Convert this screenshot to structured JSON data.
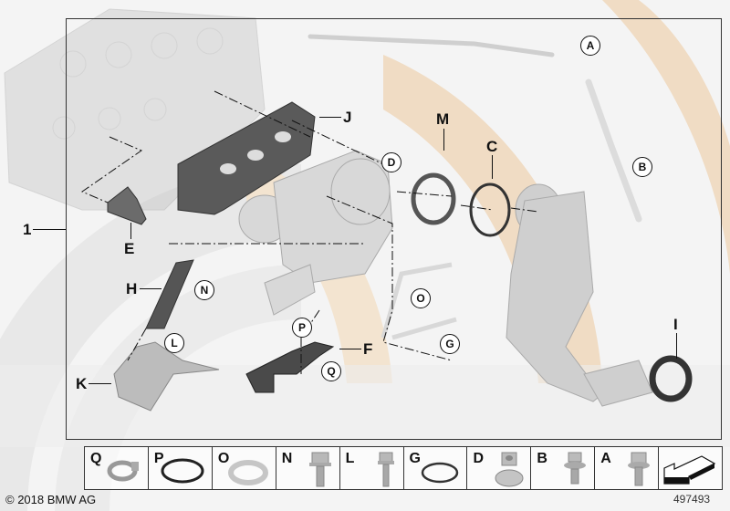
{
  "diagram": {
    "type": "exploded-parts-diagram",
    "subject": "Turbocharger / exhaust manifold installation kit",
    "assembly_number": "1",
    "callouts": [
      {
        "label": "1",
        "style": "plain"
      },
      {
        "label": "J",
        "style": "plain"
      },
      {
        "label": "M",
        "style": "plain"
      },
      {
        "label": "C",
        "style": "plain"
      },
      {
        "label": "E",
        "style": "plain"
      },
      {
        "label": "H",
        "style": "plain"
      },
      {
        "label": "K",
        "style": "plain"
      },
      {
        "label": "F",
        "style": "plain"
      },
      {
        "label": "I",
        "style": "plain"
      },
      {
        "label": "A",
        "style": "circled"
      },
      {
        "label": "B",
        "style": "circled"
      },
      {
        "label": "D",
        "style": "circled"
      },
      {
        "label": "N",
        "style": "circled"
      },
      {
        "label": "L",
        "style": "circled"
      },
      {
        "label": "P",
        "style": "circled"
      },
      {
        "label": "Q",
        "style": "circled"
      },
      {
        "label": "O",
        "style": "circled"
      },
      {
        "label": "G",
        "style": "circled"
      }
    ]
  },
  "legend_strip": {
    "cells": [
      {
        "label": "Q",
        "part": "hose-clamp"
      },
      {
        "label": "P",
        "part": "o-ring-black"
      },
      {
        "label": "O",
        "part": "sealing-washer"
      },
      {
        "label": "N",
        "part": "flange-bolt"
      },
      {
        "label": "L",
        "part": "flange-bolt-small"
      },
      {
        "label": "G",
        "part": "o-ring-thin"
      },
      {
        "label": "D",
        "part": "flange-nut"
      },
      {
        "label": "B",
        "part": "collar-bolt"
      },
      {
        "label": "A",
        "part": "flange-bolt"
      },
      {
        "label": "",
        "part": "direction-arrow"
      }
    ]
  },
  "footer": {
    "copyright": "© 2018 BMW AG",
    "image_number": "497493"
  },
  "colors": {
    "watermark_tan": "#f0dcc4",
    "watermark_gray": "#e6e6e6",
    "line": "#111111",
    "part_gray": "#c8c8c8",
    "part_dark": "#4a4a4a"
  }
}
